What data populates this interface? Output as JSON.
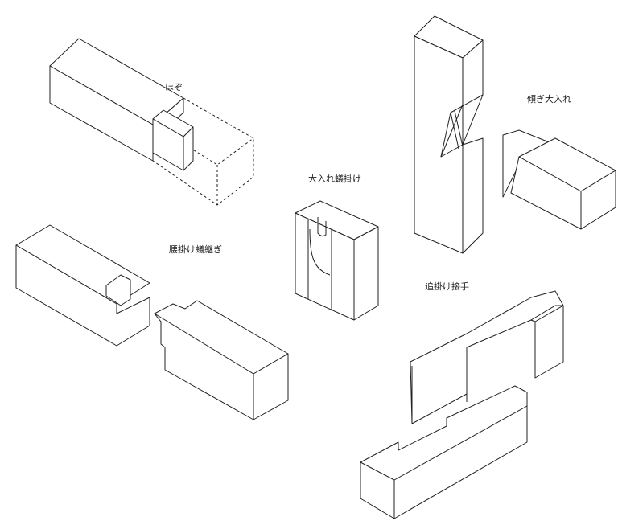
{
  "labels": {
    "hozo": "ほぞ",
    "kagi_oire": "傾ぎ大入れ",
    "oire_arikake": "大入れ蟻掛け",
    "koshikake_aritsugi": "腰掛け蟻継ぎ",
    "okkake_tsugite": "追掛け接手"
  }
}
